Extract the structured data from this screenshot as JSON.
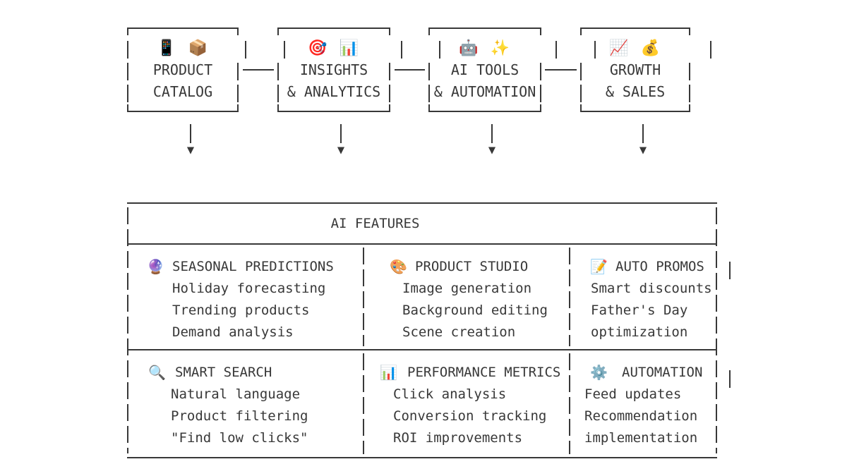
{
  "palette": {
    "ink": "#383838",
    "background": "#ffffff"
  },
  "flow": {
    "arrow_glyph": "▼",
    "boxes": [
      {
        "icon_glyphs": "📱 📦",
        "icon_name": "mobile-phone-and-package-icons",
        "lines": [
          "PRODUCT",
          "CATALOG"
        ]
      },
      {
        "icon_glyphs": "🎯 📊",
        "icon_name": "target-and-bar-chart-icons",
        "lines": [
          "INSIGHTS",
          "& ANALYTICS"
        ]
      },
      {
        "icon_glyphs": "🤖 ✨",
        "icon_name": "robot-and-sparkles-icons",
        "lines": [
          "AI TOOLS",
          "& AUTOMATION"
        ]
      },
      {
        "icon_glyphs": "📈 💰",
        "icon_name": "chart-increasing-and-money-bag-icons",
        "lines": [
          "GROWTH",
          "& SALES"
        ]
      }
    ]
  },
  "panel": {
    "title": "AI FEATURES",
    "rows": [
      [
        {
          "icon_glyph": "🔮",
          "icon_name": "crystal-ball-icon",
          "heading": "SEASONAL PREDICTIONS",
          "items": [
            "Holiday forecasting",
            "Trending products",
            "Demand analysis"
          ]
        },
        {
          "icon_glyph": "🎨",
          "icon_name": "artist-palette-icon",
          "heading": "PRODUCT STUDIO",
          "items": [
            "Image generation",
            "Background editing",
            "Scene creation"
          ]
        },
        {
          "icon_glyph": "📝",
          "icon_name": "memo-pencil-icon",
          "heading": "AUTO PROMOS",
          "items": [
            "Smart discounts",
            "Father's Day",
            "optimization"
          ]
        }
      ],
      [
        {
          "icon_glyph": "🔍",
          "icon_name": "magnifying-glass-icon",
          "heading": "SMART SEARCH",
          "items": [
            "Natural language",
            "Product filtering",
            "\"Find low clicks\""
          ]
        },
        {
          "icon_glyph": "📊",
          "icon_name": "bar-chart-icon",
          "heading": "PERFORMANCE METRICS",
          "items": [
            "Click analysis",
            "Conversion tracking",
            "ROI improvements"
          ]
        },
        {
          "icon_glyph": "⚙️",
          "icon_name": "gear-icon",
          "heading": "AUTOMATION",
          "items": [
            "Feed updates",
            "Recommendation",
            "implementation"
          ]
        }
      ]
    ]
  }
}
